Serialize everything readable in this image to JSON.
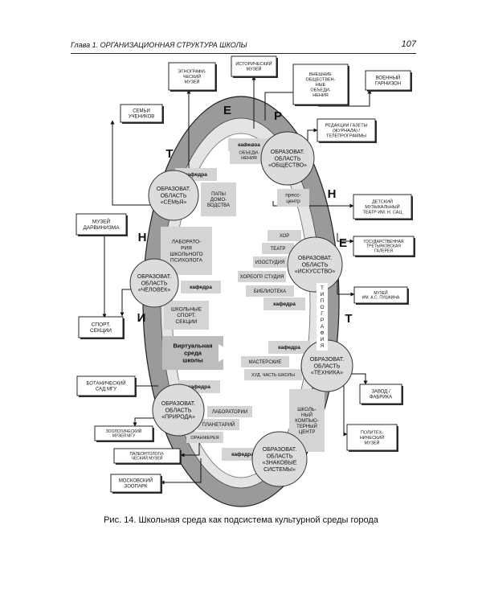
{
  "header": {
    "chapter": "Глава 1. ОРГАНИЗАЦИОННАЯ СТРУКТУРА ШКОЛЫ",
    "page_number": "107"
  },
  "ring_letters": [
    "Е",
    "Р",
    "Т",
    "Н",
    "Н",
    "Е",
    "И",
    "Т"
  ],
  "areas": [
    {
      "lines": [
        "ОБРАЗОВАТ.",
        "ОБЛАСТЬ",
        "«ОБЩЕСТВО»"
      ]
    },
    {
      "lines": [
        "ОБРАЗОВАТ.",
        "ОБЛАСТЬ",
        "«СЕМЬЯ»"
      ]
    },
    {
      "lines": [
        "ОБРАЗОВАТ.",
        "ОБЛАСТЬ",
        "«ИСКУССТВО»"
      ]
    },
    {
      "lines": [
        "ОБРАЗОВАТ.",
        "ОБЛАСТЬ",
        "«ЧЕЛОВЕК»"
      ]
    },
    {
      "lines": [
        "ОБРАЗОВАТ.",
        "ОБЛАСТЬ",
        "«ТЕХНИКА»"
      ]
    },
    {
      "lines": [
        "ОБРАЗОВАТ.",
        "ОБЛАСТЬ",
        "«ПРИРОДА»"
      ]
    },
    {
      "lines": [
        "ОБРАЗОВАТ.",
        "ОБЛАСТЬ",
        "«ЗНАКОВЫЕ",
        "СИСТЕМЫ»"
      ]
    }
  ],
  "external": [
    {
      "lines": [
        "ЭТНОГРАФИ-",
        "ЧЕСКИЙ",
        "МУЗЕЙ"
      ]
    },
    {
      "lines": [
        "ИСТОРИЧЕСКИЙ",
        "МУЗЕЙ"
      ]
    },
    {
      "lines": [
        "ВНЕШНИЕ",
        "ОБЩЕСТВЕН-",
        "НЫЕ",
        "ОБЪЕДИ-",
        "НЕНИЯ"
      ]
    },
    {
      "lines": [
        "ВОЕННЫЙ",
        "ГАРНИЗОН"
      ]
    },
    {
      "lines": [
        "СЕМЬИ",
        "УЧЕНИКОВ"
      ]
    },
    {
      "lines": [
        "РЕДАКЦИИ ГАЗЕТЫ",
        "(ЖУРНАЛА) /",
        "ТЕЛЕПРОГРАММЫ"
      ]
    },
    {
      "lines": [
        "ДЕТСКИЙ",
        "МУЗЫКАЛЬНЫЙ",
        "ТЕАТР ИМ. Н. САЦ"
      ]
    },
    {
      "lines": [
        "МУЗЕЙ",
        "ДАРВИНИЗМА"
      ]
    },
    {
      "lines": [
        "ГОСУДАРСТВЕННАЯ",
        "ТРЕТЬЯКОВСКАЯ",
        "ГАЛЕРЕЯ"
      ]
    },
    {
      "lines": [
        "МУЗЕЙ",
        "ИМ. А.С. ПУШКИНА"
      ]
    },
    {
      "lines": [
        "СПОРТ.",
        "СЕКЦИИ"
      ]
    },
    {
      "lines": [
        "БОТАНИЧЕСКИЙ",
        "САД МГУ"
      ]
    },
    {
      "lines": [
        "ЗАВОД /",
        "ФАБРИКА"
      ]
    },
    {
      "lines": [
        "ЗООЛОГИЧЕСКИЙ",
        "МУЗЕЙ МГУ"
      ]
    },
    {
      "lines": [
        "ПОЛИТЕХ-",
        "НИЧЕСКИЙ",
        "МУЗЕЙ"
      ]
    },
    {
      "lines": [
        "ПАЛЕОНТОЛОГИ-",
        "ЧЕСКИЙ МУЗЕЙ"
      ]
    },
    {
      "lines": [
        "МОСКОВСКИЙ",
        "ЗООПАРК"
      ]
    }
  ],
  "inner": [
    {
      "lines": [
        "кафедра"
      ]
    },
    {
      "lines": [
        "ОБЪЕДИ-",
        "НЕНИЯ"
      ]
    },
    {
      "lines": [
        "кафедра"
      ]
    },
    {
      "lines": [
        "ПАПЫ",
        "ДОМО-",
        "ВОДСТВА"
      ]
    },
    {
      "lines": [
        "пресс-",
        "центр"
      ]
    },
    {
      "lines": [
        "ЛАБОРАТО-",
        "РИЯ",
        "ШКОЛЬНОГО",
        "ПСИХОЛОГА"
      ]
    },
    {
      "lines": [
        "ХОР"
      ]
    },
    {
      "lines": [
        "ТЕАТР"
      ]
    },
    {
      "lines": [
        "ИЗОСТУДИЯ"
      ]
    },
    {
      "lines": [
        "ХОРЕОГР. СТУДИЯ"
      ]
    },
    {
      "lines": [
        "кафедра"
      ]
    },
    {
      "lines": [
        "БИБЛИОТЕКА"
      ]
    },
    {
      "lines": [
        "кафедра"
      ]
    },
    {
      "lines": [
        "ШКОЛЬНЫЕ",
        "СПОРТ.",
        "СЕКЦИИ"
      ]
    },
    {
      "lines": [
        "Виртуальная",
        "среда",
        "школы"
      ]
    },
    {
      "lines": [
        "кафедра"
      ]
    },
    {
      "lines": [
        "МАСТЕРСКИЕ"
      ]
    },
    {
      "lines": [
        "ХУД. ЧАСТЬ ШКОЛЫ"
      ]
    },
    {
      "lines": [
        "кафедра"
      ]
    },
    {
      "lines": [
        "ЛАБОРАТОРИИ"
      ]
    },
    {
      "lines": [
        "ПЛАНЕТАРИЙ"
      ]
    },
    {
      "lines": [
        "ОРАНЖЕРЕЯ"
      ]
    },
    {
      "lines": [
        "ШКОЛЬ-",
        "НЫЙ",
        "КОМПЬЮ-",
        "ТЕРНЫЙ",
        "ЦЕНТР"
      ]
    },
    {
      "lines": [
        "кафедра"
      ]
    }
  ],
  "vertical_label": "ТИПОГРАФИЯ",
  "caption": "Рис. 14. Школьная среда как подсистема культурной среды города",
  "colors": {
    "ring": "#9a9a9a",
    "inner_ring": "#e4e4e4",
    "block": "#d4d4d4",
    "dark_block": "#bdbdbd"
  }
}
